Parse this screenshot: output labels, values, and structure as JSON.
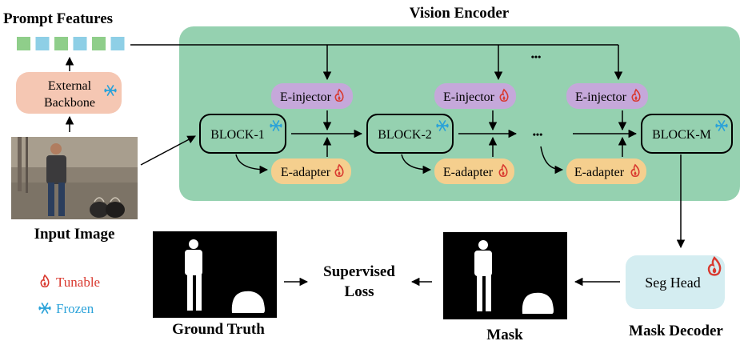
{
  "prompt_features": {
    "title": "Prompt Features",
    "cells": [
      "green",
      "blue",
      "green",
      "blue",
      "green",
      "blue"
    ]
  },
  "external_backbone": {
    "line1": "External",
    "line2": "Backbone"
  },
  "input_image": {
    "label": "Input Image"
  },
  "vision_encoder": {
    "title": "Vision  Encoder"
  },
  "blocks": [
    {
      "label": "BLOCK-1"
    },
    {
      "label": "BLOCK-2"
    },
    {
      "label": "BLOCK-M"
    }
  ],
  "injectors": [
    {
      "label": "E-injector"
    },
    {
      "label": "E-injector"
    },
    {
      "label": "E-injector"
    }
  ],
  "adapters": [
    {
      "label": "E-adapter"
    },
    {
      "label": "E-adapter"
    },
    {
      "label": "E-adapter"
    }
  ],
  "ellipsis": "•••",
  "seg_head": {
    "label": "Seg Head",
    "caption": "Mask Decoder"
  },
  "mask": {
    "label": "Mask"
  },
  "loss": {
    "line1": "Supervised",
    "line2": "Loss"
  },
  "ground_truth": {
    "label": "Ground Truth"
  },
  "legend": {
    "tunable": "Tunable",
    "frozen": "Frozen"
  },
  "colors": {
    "encoder_bg": "#95d1b0",
    "backbone_bg": "#f5c7b3",
    "injector_bg": "#c5a8da",
    "adapter_bg": "#f5cf8e",
    "seghead_bg": "#d4edf1",
    "cell_green": "#8fce8a",
    "cell_blue": "#8ecfe6",
    "tunable": "#d93a30",
    "frozen": "#2aa2d9"
  }
}
